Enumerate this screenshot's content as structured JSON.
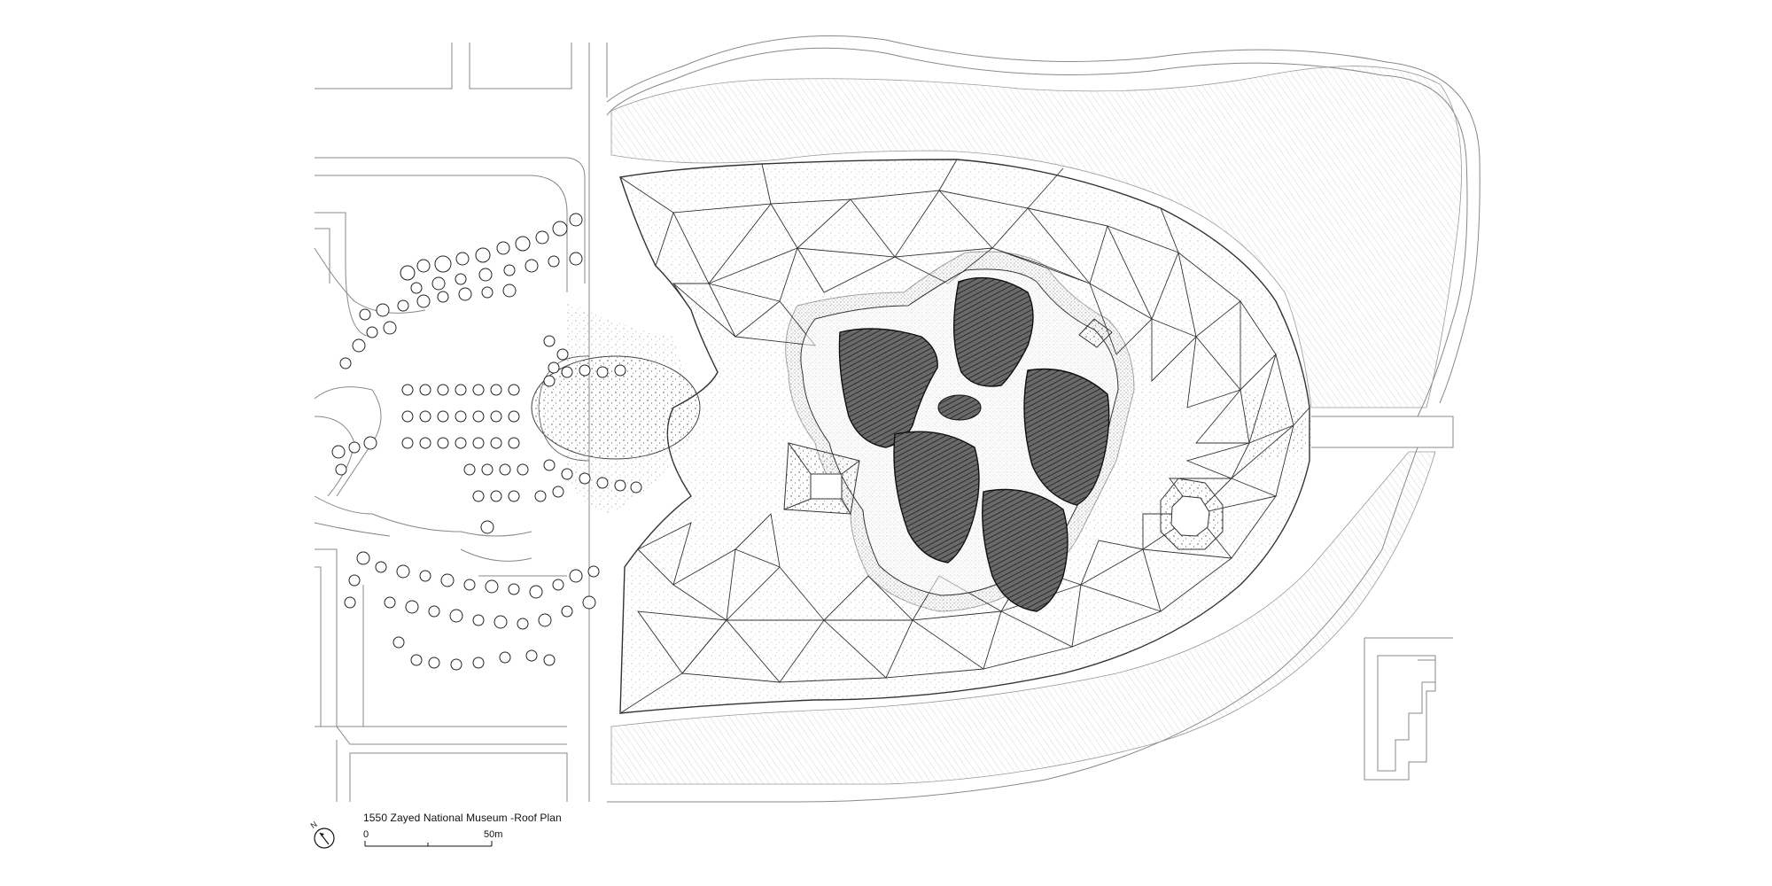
{
  "drawing": {
    "title": "1550 Zayed National Museum -Roof Plan",
    "scale_bar": {
      "start_label": "0",
      "end_label": "50m"
    },
    "north_label": "N"
  }
}
